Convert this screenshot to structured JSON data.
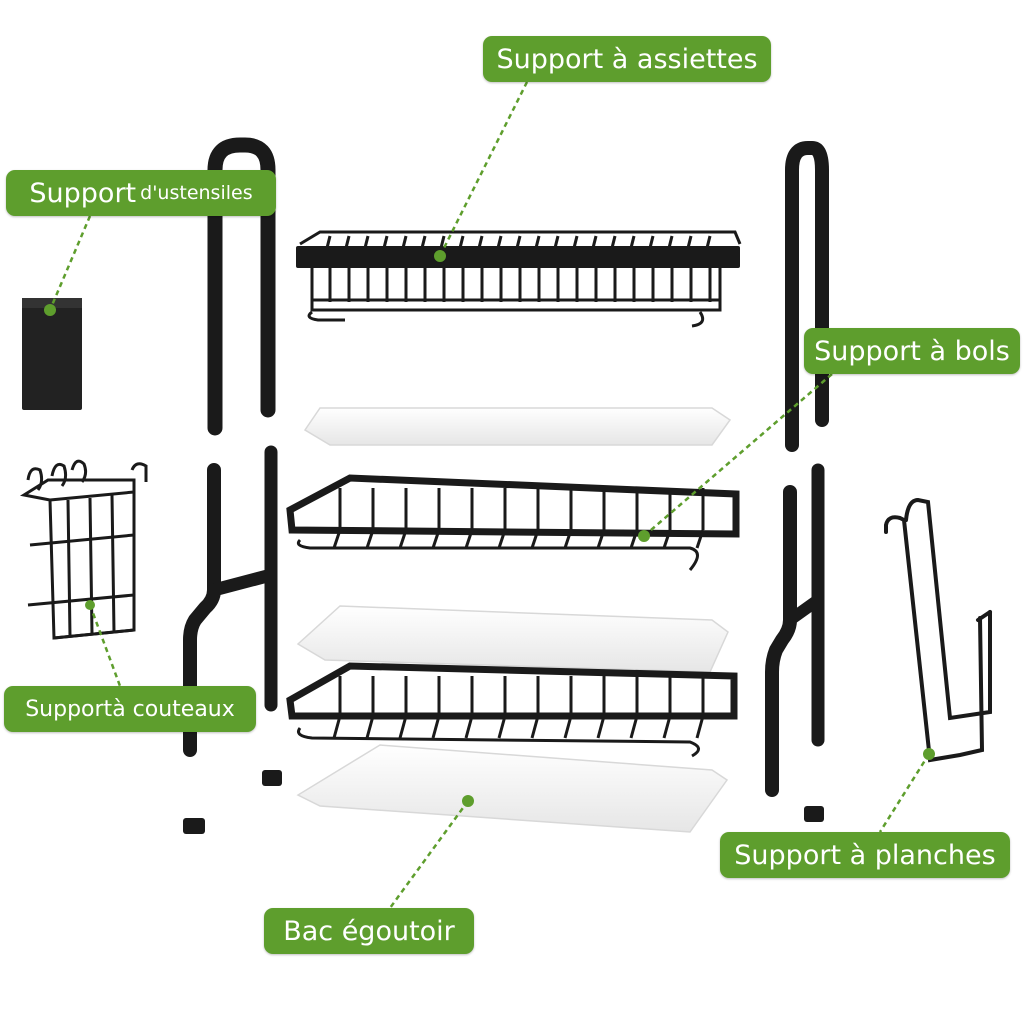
{
  "labels": {
    "plate_rack": "Support à assiettes",
    "utensil_holder_main": "Support",
    "utensil_holder_rest": "d'ustensiles",
    "bowl_rack": "Support à bols",
    "knife_holder": "Supportà couteaux",
    "board_holder": "Support à planches",
    "drip_tray": "Bac égoutoir"
  },
  "colors": {
    "label_bg": "#5e9e2d",
    "label_text": "#ffffff",
    "metal": "#1a1a1a",
    "tray": "#ffffff",
    "leader_line": "#5e9e2d"
  },
  "icons": {
    "rack_part": "black-metal-frame",
    "tray_part": "white-plastic-tray"
  }
}
